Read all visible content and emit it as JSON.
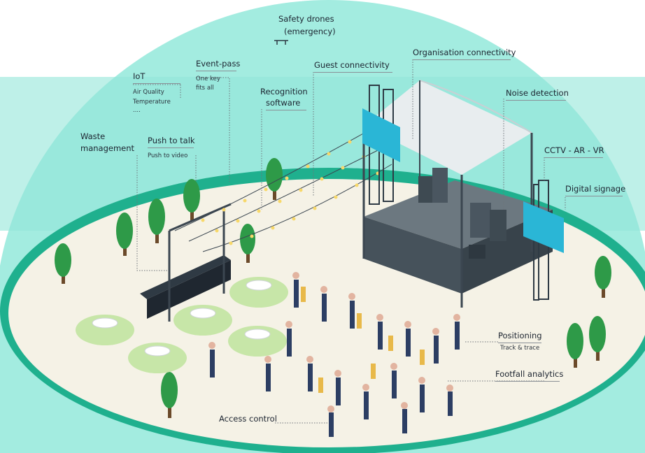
{
  "labels": {
    "safety_drones": "Safety drones",
    "safety_drones_sub": "(emergency)",
    "organisation_connectivity": "Organisation connectivity",
    "event_pass": "Event-pass",
    "event_pass_sub1": "One key",
    "event_pass_sub2": "fits all",
    "guest_connectivity": "Guest connectivity",
    "iot": "IoT",
    "iot_sub1": "Air Quality",
    "iot_sub2": "Temperature",
    "iot_sub3": "....",
    "recognition_software_1": "Recognition",
    "recognition_software_2": "software",
    "noise_detection": "Noise detection",
    "waste_management_1": "Waste",
    "waste_management_2": "management",
    "push_to_talk": "Push to talk",
    "push_to_video": "Push to video",
    "cctv_ar_vr": "CCTV - AR - VR",
    "digital_signage": "Digital signage",
    "positioning": "Positioning",
    "track_trace": "Track & trace",
    "footfall_analytics": "Footfall analytics",
    "access_control": "Access control"
  },
  "colors": {
    "dome": "#8fe6d8",
    "ground_ring": "#1fb08e",
    "ground": "#f4f1e4",
    "tree": "#2e9a48",
    "stage_roof": "#e9eef0",
    "stage_floor": "#5a6770",
    "leader_line": "#6e747a"
  }
}
